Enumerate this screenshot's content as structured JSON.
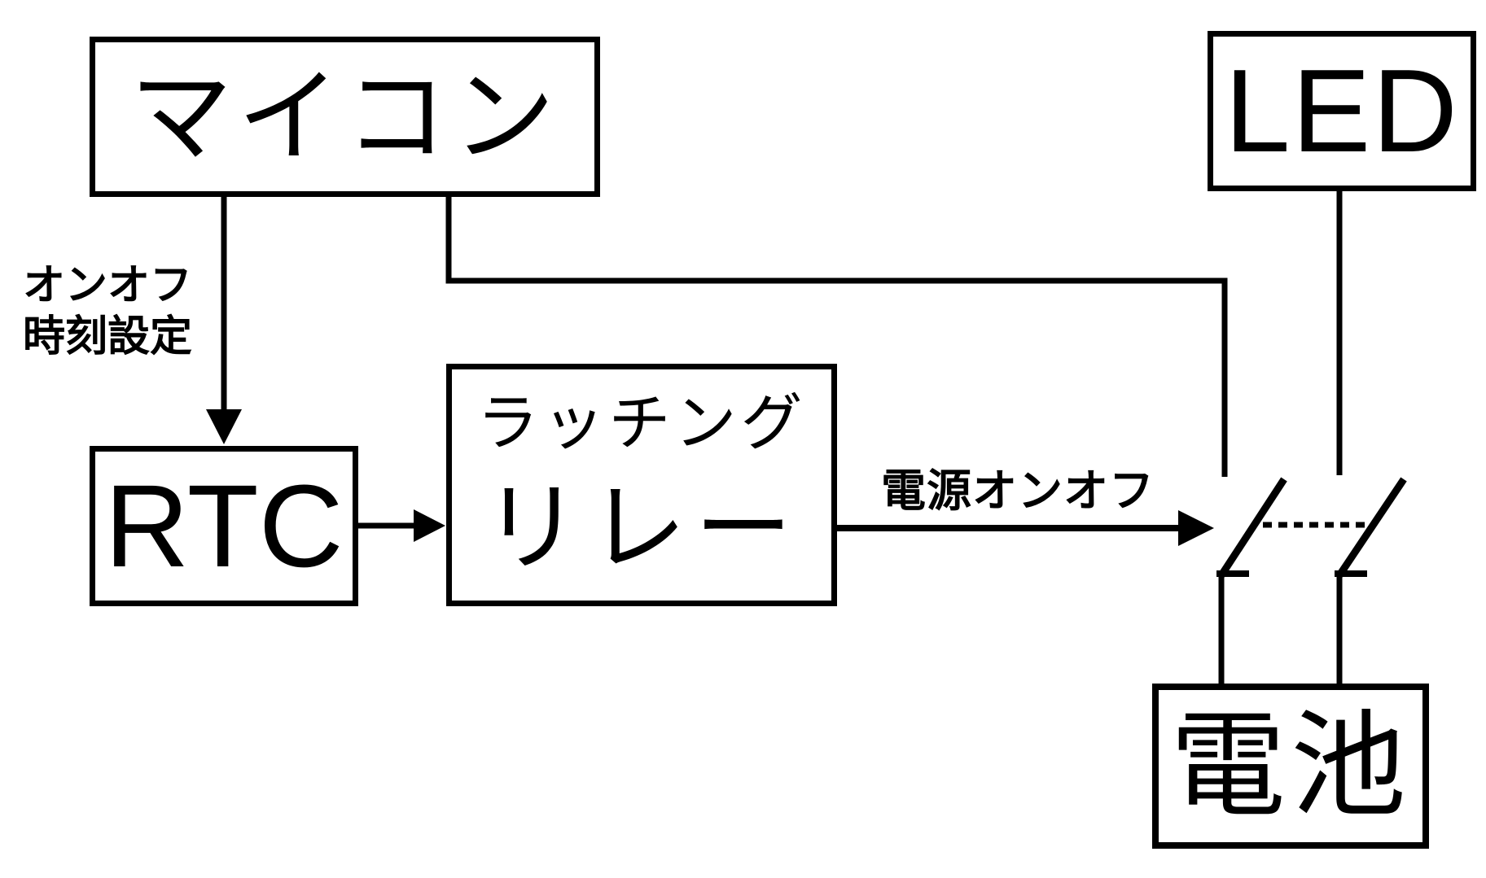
{
  "diagram": {
    "colors": {
      "background": "#ffffff",
      "line": "#000000",
      "text": "#000000"
    },
    "nodes": {
      "microcontroller": {
        "label": "マイコン"
      },
      "led": {
        "label": "LED"
      },
      "rtc": {
        "label": "RTC"
      },
      "relay": {
        "label_line1": "ラッチング",
        "label_line2": "リレー"
      },
      "battery": {
        "label": "電池"
      }
    },
    "edge_labels": {
      "onoff_time_setting": {
        "line1": "オンオフ",
        "line2": "時刻設定"
      },
      "power_onoff": {
        "label": "電源オンオフ"
      }
    },
    "icons": {
      "switch": "dpst-open-switch-symbol-with-dotted-mechanical-link"
    }
  }
}
